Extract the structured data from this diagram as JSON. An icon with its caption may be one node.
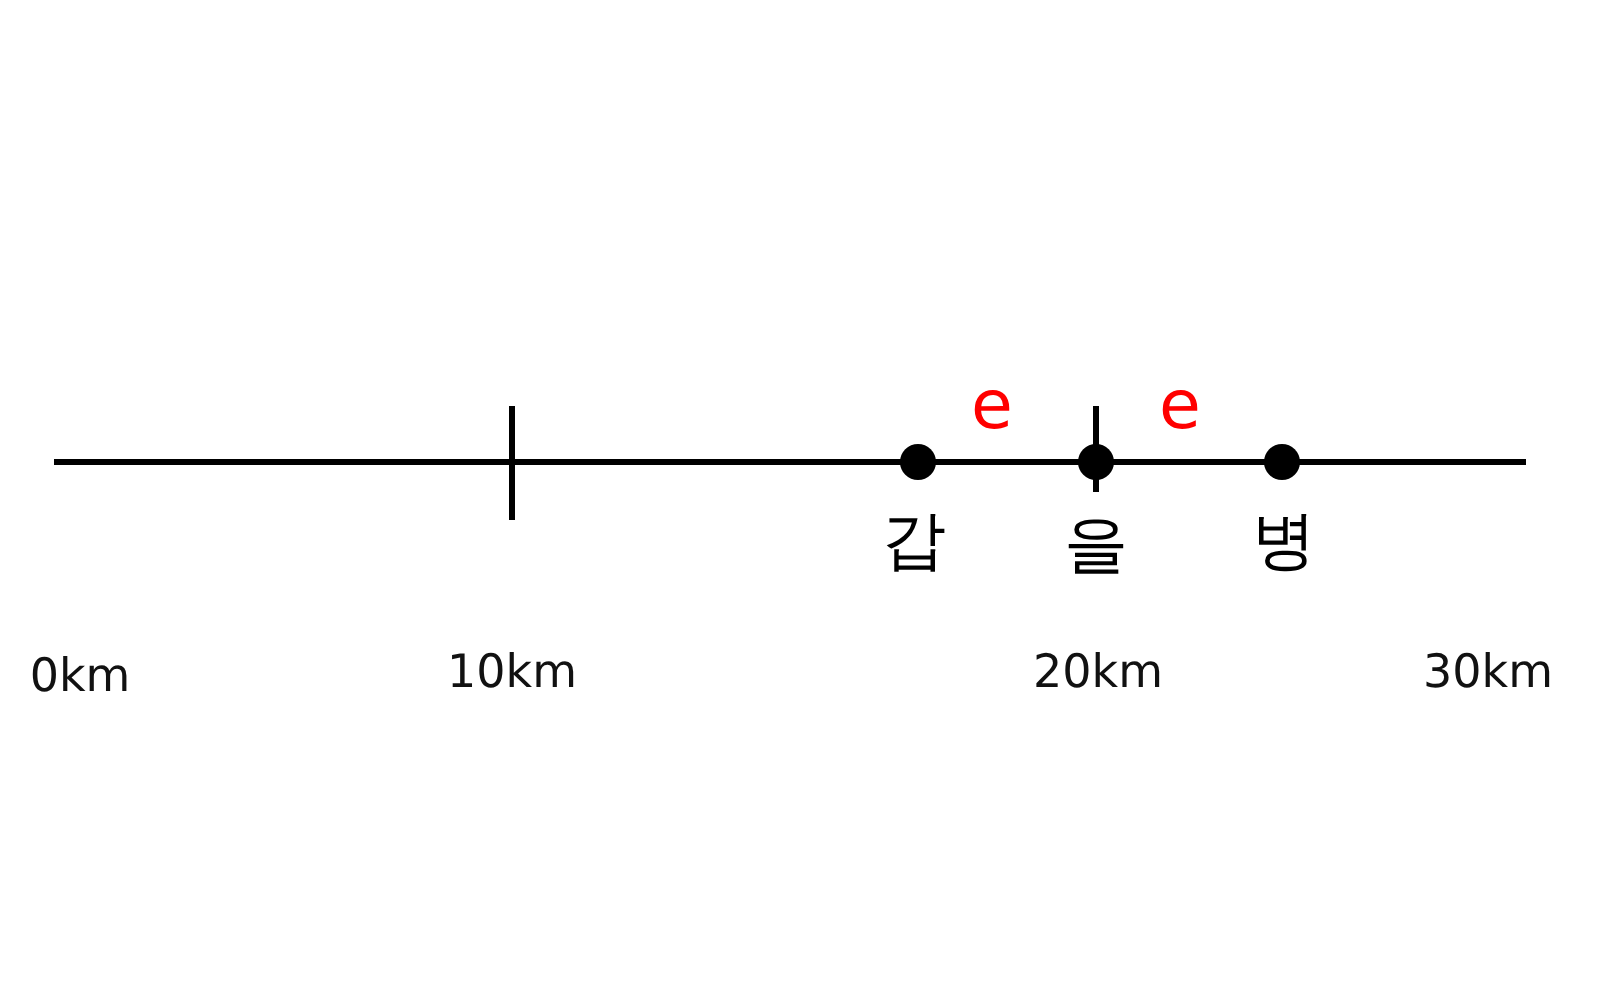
{
  "diagram": {
    "labels": [
      "e",
      "e",
      "갑",
      "을",
      "병",
      "0km",
      "10km",
      "20km",
      "30km"
    ]
  }
}
